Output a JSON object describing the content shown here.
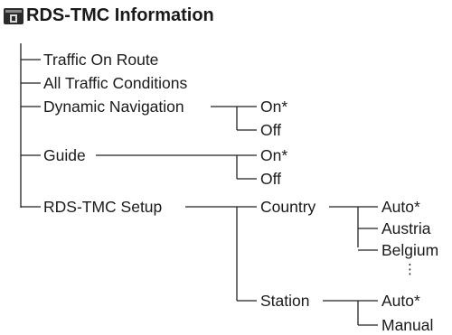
{
  "title": "RDS-TMC Information",
  "icon": "menu-icon",
  "menu": {
    "traffic_on_route": "Traffic On Route",
    "all_traffic": "All Traffic Conditions",
    "dynamic_navigation": {
      "label": "Dynamic Navigation",
      "options": [
        "On*",
        "Off"
      ]
    },
    "guide": {
      "label": "Guide",
      "options": [
        "On*",
        "Off"
      ]
    },
    "setup": {
      "label": "RDS-TMC Setup",
      "country": {
        "label": "Country",
        "options": [
          "Auto*",
          "Austria",
          "Belgium",
          "⋮"
        ]
      },
      "station": {
        "label": "Station",
        "options": [
          "Auto*",
          "Manual"
        ]
      }
    }
  }
}
